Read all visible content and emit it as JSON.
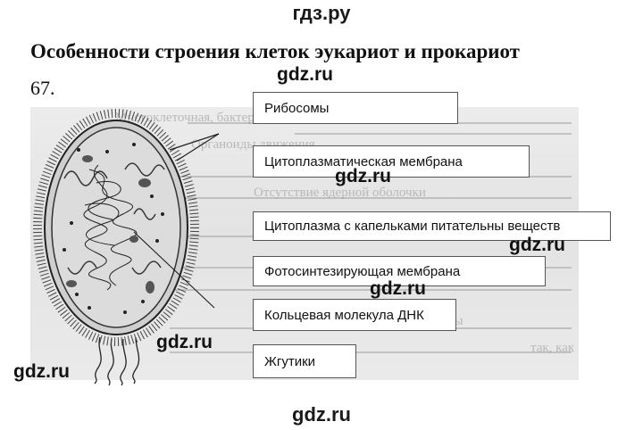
{
  "header": {
    "site": "гдз.ру"
  },
  "title": "Особенности строения клеток эукариот и прокариот",
  "exercise_number": "67.",
  "labels": [
    "Рибосомы",
    "Цитоплазматическая мембрана",
    "Цитоплазма с капельками питательны веществ",
    "Фотосинтезирующая мембрана",
    "Кольцевая молекула ДНК",
    "Жгутики"
  ],
  "watermarks": [
    "gdz.ru",
    "gdz.ru",
    "gdz.ru",
    "gdz.ru",
    "gdz.ru",
    "gdz.ru",
    "gdz.ru"
  ],
  "footer": {
    "site": "gdz.ru"
  }
}
